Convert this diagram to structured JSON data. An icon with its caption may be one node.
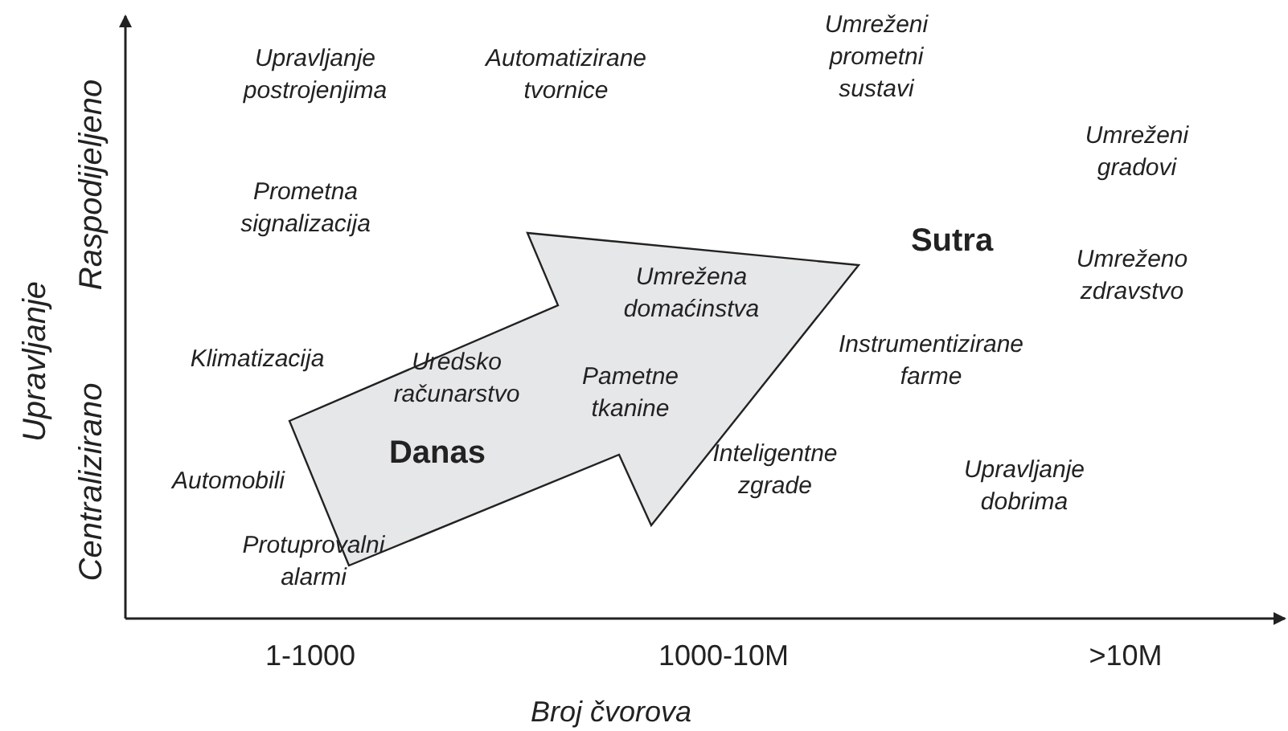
{
  "diagram": {
    "labels": [
      "Umreženi prometni sustavi",
      "Upravljanje postrojenjima",
      "Automatizirane tvornice",
      "Raspodijeljeno",
      "Umreženi gradovi",
      "Prometna signalizacija",
      "Sutra",
      "Upravljanje",
      "Umrežena domaćinstva",
      "Umreženo zdravstvo",
      "Klimatizacija",
      "Uredsko računarstvo",
      "Pametne tkanine",
      "Instrumentizirane farme",
      "Centralizirano",
      "Danas",
      "Inteligentne zgrade",
      "Upravljanje dobrima",
      "Automobili",
      "Protuprovalni alarmi",
      "1-1000",
      "1000-10M",
      ">10M",
      "Broj čvorova"
    ]
  }
}
